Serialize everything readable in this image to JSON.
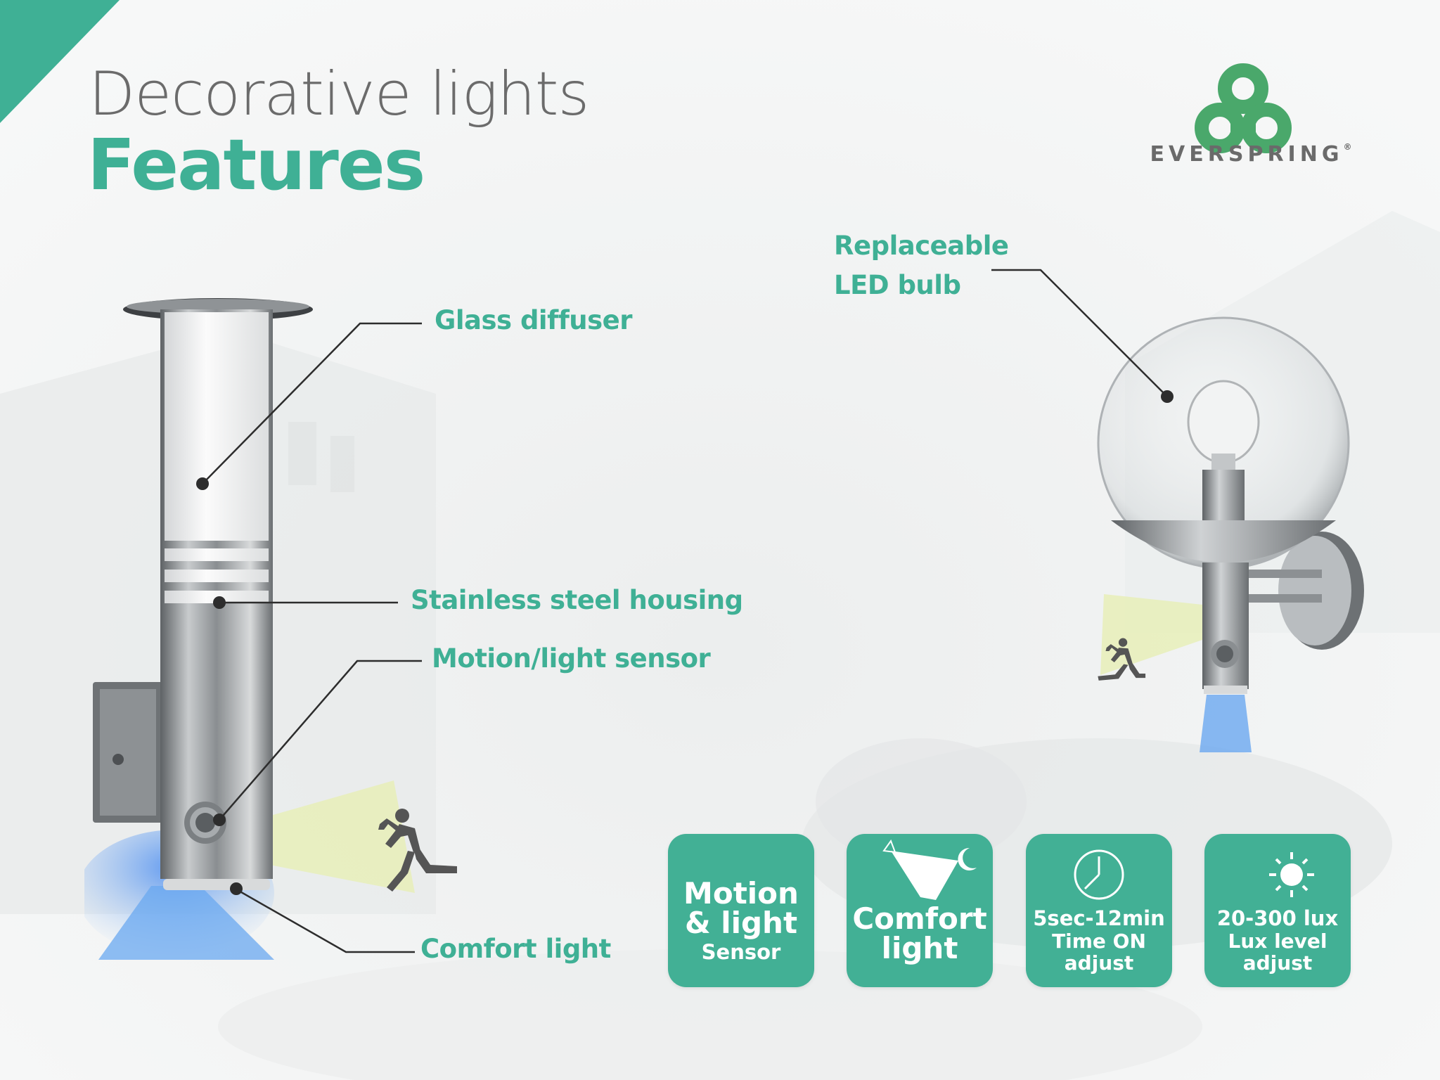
{
  "header": {
    "title_light": "Decorative lights",
    "title_bold": "Features"
  },
  "brand": {
    "name": "EVERSPRING",
    "registered_mark": "®"
  },
  "callouts": {
    "glass_diffuser": "Glass diffuser",
    "stainless_housing": "Stainless steel housing",
    "motion_sensor": "Motion/light sensor",
    "comfort_light": "Comfort light",
    "replaceable_line1": "Replaceable",
    "replaceable_line2": "LED bulb"
  },
  "feature_tiles": [
    {
      "line1": "Motion",
      "line2": "& light",
      "line3": "Sensor",
      "icon": "none"
    },
    {
      "line1": "Comfort",
      "line2": "light",
      "icon": "lamp-moon-icon"
    },
    {
      "line1": "5sec-12min",
      "line2": "Time ON",
      "line3": "adjust",
      "icon": "clock-icon"
    },
    {
      "line1": "20-300 lux",
      "line2": "Lux level",
      "line3": "adjust",
      "icon": "moon-sun-icon"
    }
  ],
  "colors": {
    "accent": "#3fb095",
    "title_gray": "#6b6b6b",
    "tile": "#42b095",
    "sensor_beam": "#e8efb8",
    "comfort_glow": "#6aa8f0"
  }
}
